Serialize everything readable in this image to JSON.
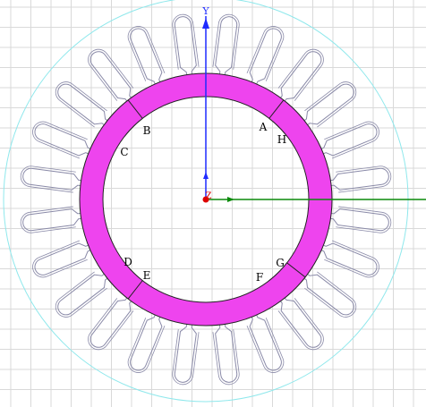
{
  "axes": {
    "y_label": "Y",
    "z_label": "Z"
  },
  "segments": [
    {
      "id": "top",
      "start_label": "B",
      "end_label": "A"
    },
    {
      "id": "right",
      "start_label": "H",
      "end_label": "G"
    },
    {
      "id": "bottom",
      "start_label": "F",
      "end_label": "E"
    },
    {
      "id": "left",
      "start_label": "D",
      "end_label": "C"
    }
  ],
  "labels": [
    "A",
    "B",
    "C",
    "D",
    "E",
    "F",
    "G",
    "H"
  ],
  "slot_count": 24,
  "colors": {
    "background": "#ffffff",
    "grid": "#d9d9d9",
    "outer_circle": "#8fe8ec",
    "stator_outline": "#8a8aa8",
    "magnet_fill": "#ee44ee",
    "magnet_stroke": "#222222",
    "y_axis": "#1f2bff",
    "x_axis": "#0a8a0a",
    "origin": "#dd0000",
    "label_text": "#000000"
  }
}
